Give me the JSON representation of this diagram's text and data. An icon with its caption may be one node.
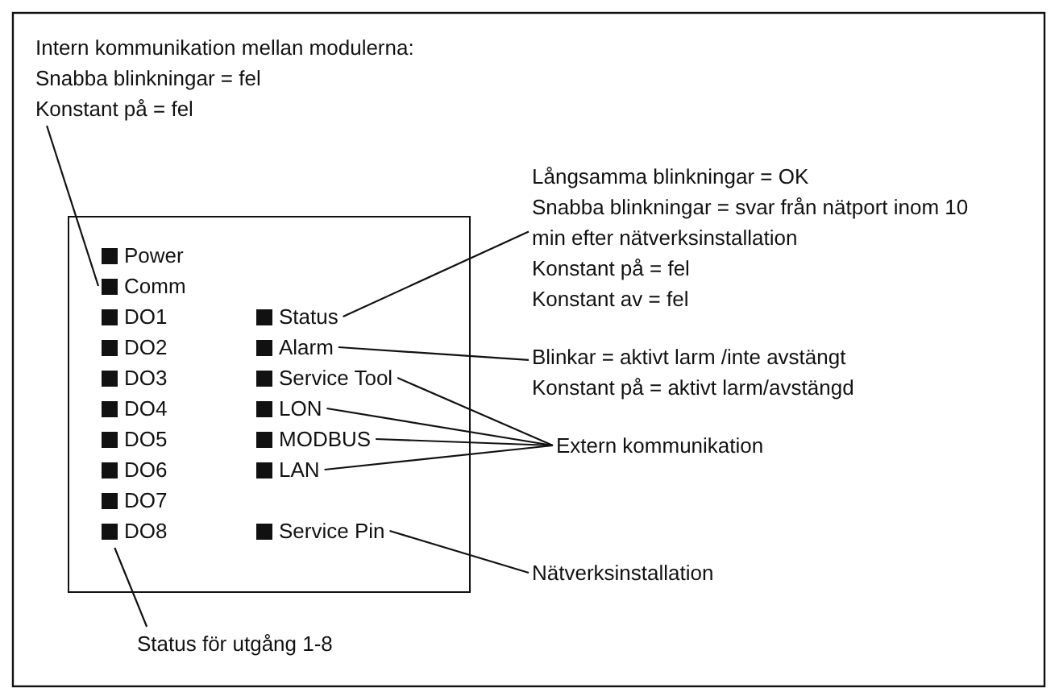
{
  "diagram": {
    "nodes": [
      {
        "text": [],
        "shape": "box"
      },
      {
        "text": [
          "Power"
        ],
        "in": 0
      },
      {
        "text": [
          "Comm"
        ],
        "in": 0
      },
      {
        "text": [
          "DO1"
        ],
        "in": 0
      },
      {
        "text": [
          "DO2"
        ],
        "in": 0
      },
      {
        "text": [
          "DO3"
        ],
        "in": 0
      },
      {
        "text": [
          "DO4"
        ],
        "in": 0
      },
      {
        "text": [
          "DO5"
        ],
        "in": 0
      },
      {
        "text": [
          "DO6"
        ],
        "in": 0
      },
      {
        "text": [
          "DO7"
        ],
        "in": 0
      },
      {
        "text": [
          "DO8"
        ],
        "in": 0
      },
      {
        "text": [
          "Status"
        ],
        "in": 0
      },
      {
        "text": [
          "Alarm"
        ],
        "in": 0
      },
      {
        "text": [
          "Service Tool"
        ],
        "in": 0
      },
      {
        "text": [
          "LON"
        ],
        "in": 0
      },
      {
        "text": [
          "MODBUS"
        ],
        "in": 0
      },
      {
        "text": [
          "LAN"
        ],
        "in": 0
      },
      {
        "text": [
          "Service Pin"
        ],
        "in": 0
      },
      {
        "text": [
          "Intern kommunikation mellan modulerna:",
          "Snabba blinkningar = fel",
          "Konstant på = fel"
        ]
      },
      {
        "text": [
          "Långsamma blinkningar = OK",
          "Snabba blinkningar = svar från nätport inom 10 min efter nätverksinstallation",
          "Konstant på = fel",
          "Konstant av = fel"
        ]
      },
      {
        "text": [
          "Blinkar = aktivt larm /inte avstängt",
          "Konstant på = aktivt larm/avstängd"
        ]
      },
      {
        "text": [
          "Extern kommunikation"
        ]
      },
      {
        "text": [
          "Nätverksinstallation"
        ]
      },
      {
        "text": [
          "Status för utgång 1-8"
        ]
      }
    ],
    "edges": [
      {
        "from": 18,
        "to": 2,
        "arrow": "none"
      },
      {
        "from": 19,
        "to": 11,
        "arrow": "none"
      },
      {
        "from": 20,
        "to": 12,
        "arrow": "none"
      },
      {
        "from": 21,
        "to": 13,
        "arrow": "none"
      },
      {
        "from": 21,
        "to": 14,
        "arrow": "none"
      },
      {
        "from": 21,
        "to": 15,
        "arrow": "none"
      },
      {
        "from": 21,
        "to": 16,
        "arrow": "none"
      },
      {
        "from": 22,
        "to": 17,
        "arrow": "none"
      },
      {
        "from": 23,
        "to": 10,
        "arrow": "none"
      }
    ]
  }
}
